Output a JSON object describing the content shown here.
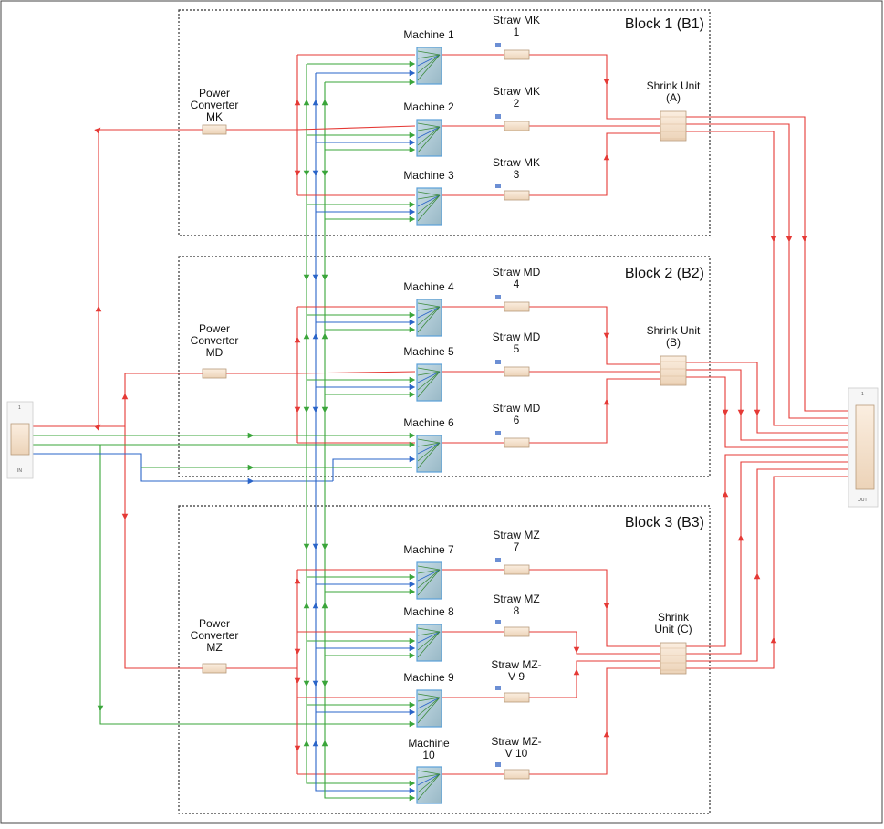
{
  "diagram": {
    "blocks": [
      {
        "id": "b1",
        "label": "Block 1 (B1)"
      },
      {
        "id": "b2",
        "label": "Block 2 (B2)"
      },
      {
        "id": "b3",
        "label": "Block 3 (B3)"
      }
    ],
    "converters": [
      {
        "id": "pc-mk",
        "label": [
          "Power",
          "Converter",
          "MK"
        ]
      },
      {
        "id": "pc-md",
        "label": [
          "Power",
          "Converter",
          "MD"
        ]
      },
      {
        "id": "pc-mz",
        "label": [
          "Power",
          "Converter",
          "MZ"
        ]
      }
    ],
    "machines": [
      {
        "id": "m1",
        "label": [
          "Machine 1"
        ]
      },
      {
        "id": "m2",
        "label": [
          "Machine 2"
        ]
      },
      {
        "id": "m3",
        "label": [
          "Machine 3"
        ]
      },
      {
        "id": "m4",
        "label": [
          "Machine 4"
        ]
      },
      {
        "id": "m5",
        "label": [
          "Machine 5"
        ]
      },
      {
        "id": "m6",
        "label": [
          "Machine 6"
        ]
      },
      {
        "id": "m7",
        "label": [
          "Machine 7"
        ]
      },
      {
        "id": "m8",
        "label": [
          "Machine 8"
        ]
      },
      {
        "id": "m9",
        "label": [
          "Machine 9"
        ]
      },
      {
        "id": "m10",
        "label": [
          "Machine",
          "10"
        ]
      }
    ],
    "straws": [
      {
        "id": "s1",
        "label": [
          "Straw MK",
          "1"
        ]
      },
      {
        "id": "s2",
        "label": [
          "Straw MK",
          "2"
        ]
      },
      {
        "id": "s3",
        "label": [
          "Straw MK",
          "3"
        ]
      },
      {
        "id": "s4",
        "label": [
          "Straw MD",
          "4"
        ]
      },
      {
        "id": "s5",
        "label": [
          "Straw MD",
          "5"
        ]
      },
      {
        "id": "s6",
        "label": [
          "Straw MD",
          "6"
        ]
      },
      {
        "id": "s7",
        "label": [
          "Straw MZ",
          "7"
        ]
      },
      {
        "id": "s8",
        "label": [
          "Straw MZ",
          "8"
        ]
      },
      {
        "id": "s9",
        "label": [
          "Straw MZ-",
          "V 9"
        ]
      },
      {
        "id": "s10",
        "label": [
          "Straw MZ-",
          "V 10"
        ]
      }
    ],
    "shrink_units": [
      {
        "id": "su-a",
        "label": [
          "Shrink Unit",
          "(A)"
        ]
      },
      {
        "id": "su-b",
        "label": [
          "Shrink Unit",
          "(B)"
        ]
      },
      {
        "id": "su-c",
        "label": [
          "Shrink",
          "Unit (C)"
        ]
      }
    ],
    "ports": {
      "in": {
        "top": "1",
        "bottom": "IN"
      },
      "out": {
        "top": "1",
        "bottom": "OUT"
      }
    },
    "colors": {
      "power": "#e53935",
      "green": "#3aa53a",
      "blue": "#2a64c8"
    }
  }
}
